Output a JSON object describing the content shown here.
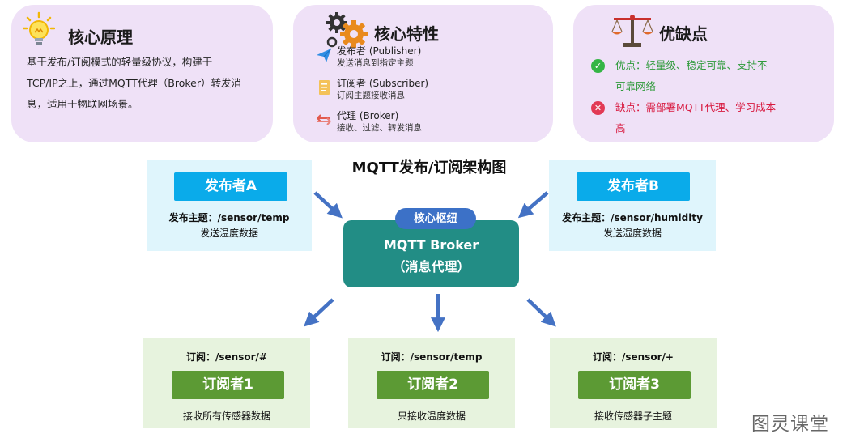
{
  "cards": {
    "principle": {
      "title": "核心原理",
      "icon": "lightbulb-icon",
      "lines": [
        "基于发布/订阅模式的轻量级协议，构建于",
        "TCP/IP之上，通过MQTT代理（Broker）转发消",
        "息，适用于物联网场景。"
      ]
    },
    "features": {
      "title": "核心特性",
      "icon": "gears-icon",
      "items": [
        {
          "label": "发布者 (Publisher)",
          "desc": "发送消息到指定主题",
          "icon": "send-icon"
        },
        {
          "label": "订阅者 (Subscriber)",
          "desc": "订阅主题接收消息",
          "icon": "document-icon"
        },
        {
          "label": "代理 (Broker)",
          "desc": "接收、过滤、转发消息",
          "icon": "exchange-icon"
        }
      ]
    },
    "pros_cons": {
      "title": "优缺点",
      "icon": "scale-icon",
      "pros": {
        "line1": "优点：轻量级、稳定可靠、支持不",
        "line2": "可靠网络",
        "color": "#2e9a3a"
      },
      "cons": {
        "line1": "缺点：需部署MQTT代理、学习成本",
        "line2": "高",
        "color": "#d8193f"
      }
    }
  },
  "diagram": {
    "title": "MQTT发布/订阅架构图",
    "publishers": [
      {
        "name": "发布者A",
        "topic": "发布主题：/sensor/temp",
        "desc": "发送温度数据"
      },
      {
        "name": "发布者B",
        "topic": "发布主题：/sensor/humidity",
        "desc": "发送湿度数据"
      }
    ],
    "broker": {
      "badge": "核心枢纽",
      "line1": "MQTT Broker",
      "line2": "（消息代理）"
    },
    "subscribers": [
      {
        "name": "订阅者1",
        "topic": "订阅：/sensor/#",
        "desc": "接收所有传感器数据"
      },
      {
        "name": "订阅者2",
        "topic": "订阅：/sensor/temp",
        "desc": "只接收温度数据"
      },
      {
        "name": "订阅者3",
        "topic": "订阅：/sensor/+",
        "desc": "接收传感器子主题"
      }
    ]
  },
  "watermark": "图灵课堂",
  "colors": {
    "card_bg": "#efe1f7",
    "publisher_bg": "#dff5fc",
    "publisher_button": "#0aabea",
    "broker": "#228d85",
    "badge": "#3c71c7",
    "subscriber_bg": "#e7f3de",
    "subscriber_button": "#5c9a34",
    "arrow": "#4472c4"
  }
}
